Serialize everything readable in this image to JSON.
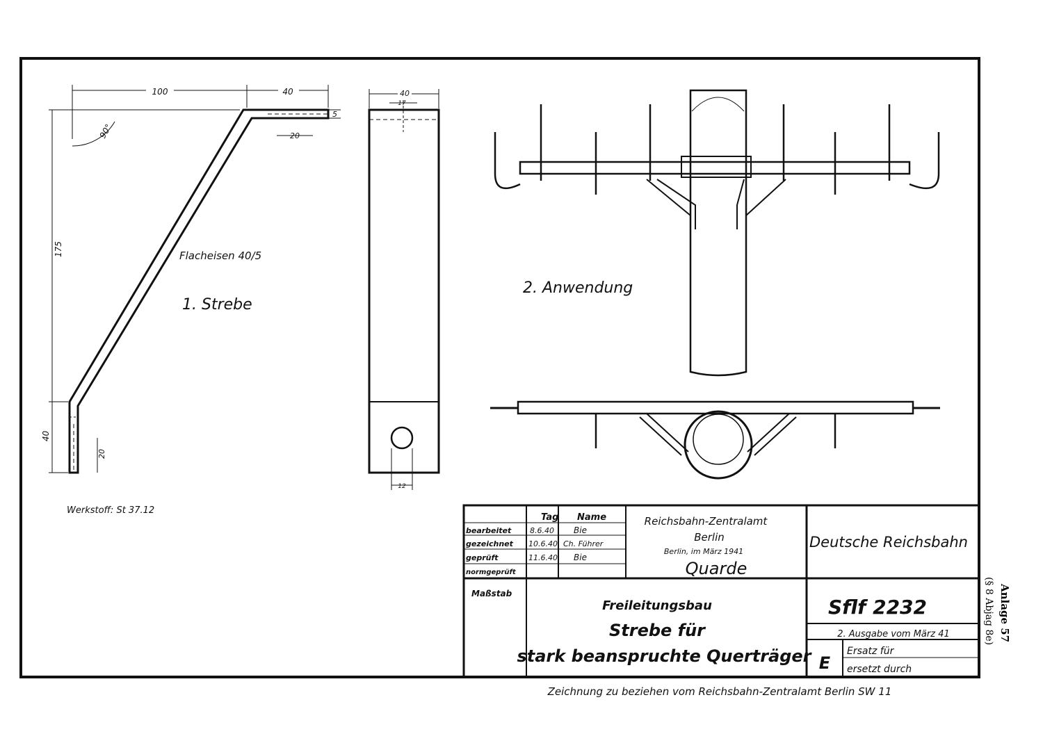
{
  "strut": {
    "title": "1. Strebe",
    "material_note": "Flacheisen 40/5",
    "dims": {
      "top_length": "100",
      "top_flat": "40",
      "thickness": "5",
      "hole_offset": "20",
      "angle": "90°",
      "height": "175",
      "bottom_flat": "40",
      "bottom_hole": "20"
    },
    "werkstoff": "Werkstoff: St 37.12"
  },
  "side_view": {
    "dims": {
      "width": "40",
      "hole_pos": "17",
      "hole_dia": "12"
    }
  },
  "application": {
    "title": "2. Anwendung"
  },
  "title_block": {
    "col_tag": "Tag",
    "col_name": "Name",
    "rows": [
      {
        "label": "bearbeitet",
        "date": "8.6.40",
        "name": "Bie"
      },
      {
        "label": "gezeichnet",
        "date": "10.6.40",
        "name": "Ch. Führer"
      },
      {
        "label": "geprüft",
        "date": "11.6.40",
        "name": "Bie"
      },
      {
        "label": "normgeprüft",
        "date": "",
        "name": ""
      }
    ],
    "office_line1": "Reichsbahn-Zentralamt",
    "office_line2": "Berlin",
    "office_line3": "Berlin, im März 1941",
    "office_signature": "Quarde",
    "organization": "Deutsche Reichsbahn",
    "scale_label": "Maßstab",
    "subject": "Freileitungsbau",
    "title_line1": "Strebe für",
    "title_line2": "stark beanspruchte Querträger",
    "drawing_number": "Sflf 2232",
    "edition": "2. Ausgabe vom März 41",
    "class_letter": "E",
    "replaces": "Ersatz für",
    "replaced_by": "ersetzt durch"
  },
  "footer": "Zeichnung zu beziehen vom Reichsbahn-Zentralamt Berlin SW 11",
  "side_note_1": "Anlage 57",
  "side_note_2": "(§ 8 Abjag 8e)"
}
